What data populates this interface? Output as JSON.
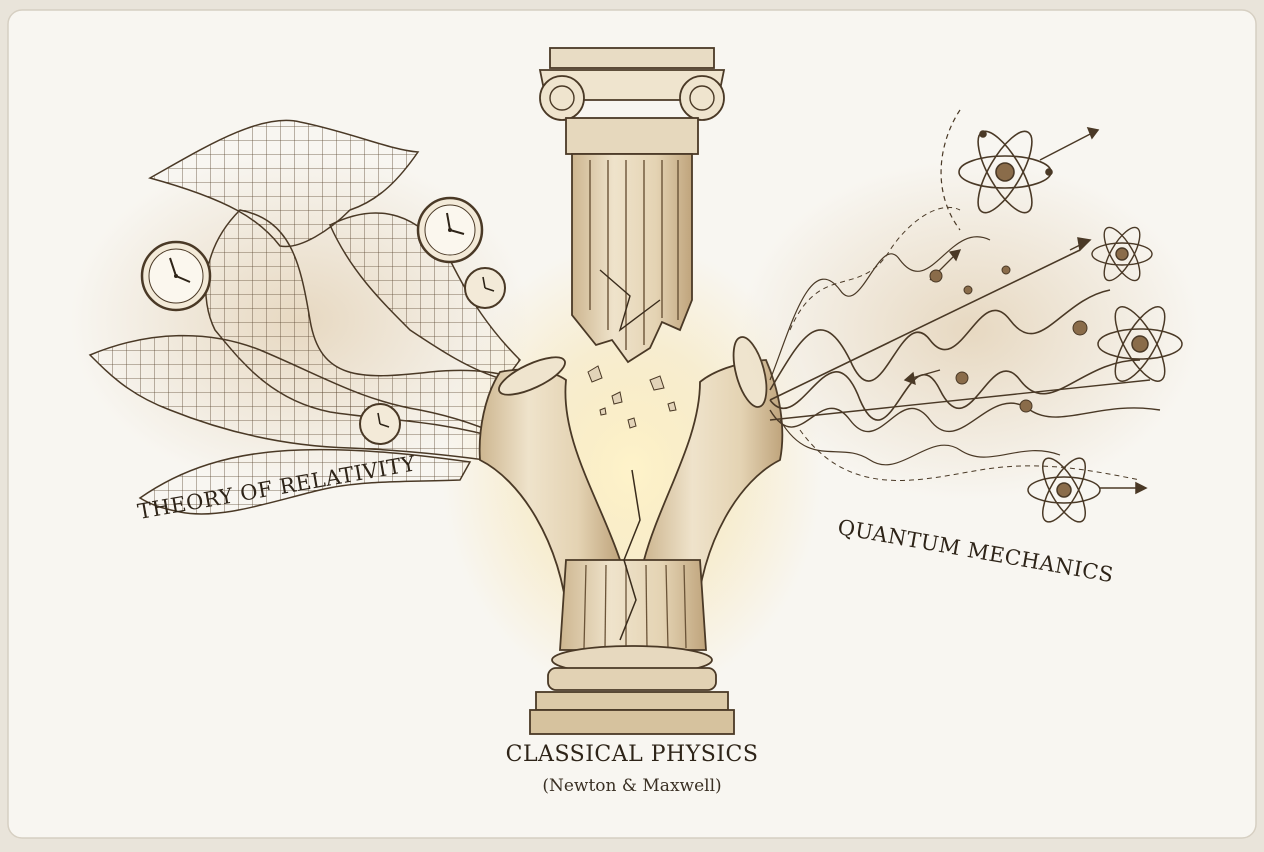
{
  "labels": {
    "relativity": "THEORY OF RELATIVITY",
    "quantum": "QUANTUM MECHANICS",
    "classical": "CLASSICAL PHYSICS",
    "classical_sub": "(Newton & Maxwell)"
  },
  "palette": {
    "paper": "#f8f6f1",
    "ink": "#4a3926",
    "sepia": "#c9ad85",
    "stone": "#e2d3b8",
    "glow": "#fff1c4"
  },
  "icons": [
    "clock-icon",
    "atom-icon",
    "arrow-icon",
    "column-icon"
  ]
}
